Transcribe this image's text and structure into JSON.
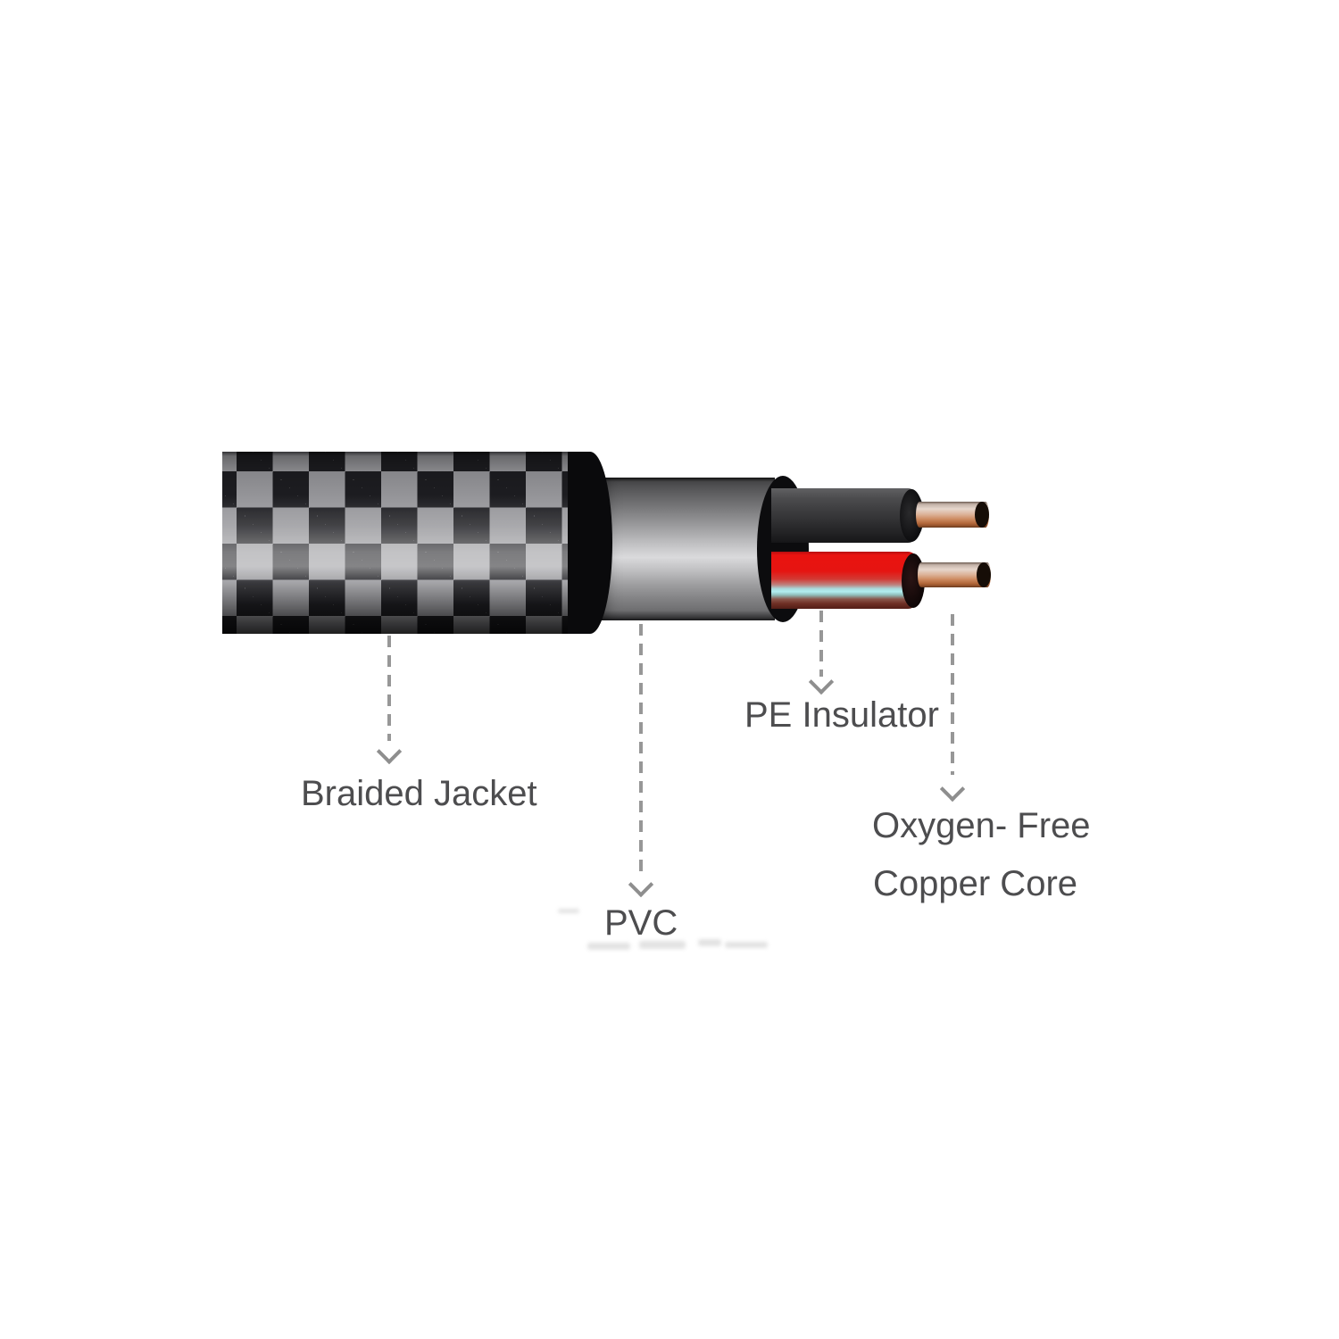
{
  "figure": {
    "type": "cable-cross-section-diagram",
    "background_color": "#ffffff",
    "callouts": [
      {
        "id": "braided-jacket",
        "label": "Braided Jacket"
      },
      {
        "id": "pvc",
        "label": "PVC"
      },
      {
        "id": "pe-insulator",
        "label": "PE Insulator"
      },
      {
        "id": "oxygen-free-copper-core",
        "label_line1": "Oxygen- Free",
        "label_line2": "Copper Core"
      }
    ],
    "parts": [
      {
        "id": "braided-jacket-section",
        "description": "checkered braided outer jacket"
      },
      {
        "id": "pvc-layer-section",
        "description": "gray PVC sheath"
      },
      {
        "id": "black-insulated-wire",
        "description": "black PE insulated conductor"
      },
      {
        "id": "red-insulated-wire",
        "description": "red PE insulated conductor"
      },
      {
        "id": "copper-cores",
        "description": "two bare copper conductors"
      }
    ],
    "colors": {
      "braid_dark": "#1d1d21",
      "braid_light": "#97979b",
      "pvc_highlight": "#dadadc",
      "wire_black": "#3a3a3c",
      "wire_red": "#e91310",
      "red_reflection_cyan": "#b2eef0",
      "copper": "#cd8a60",
      "label_text": "#4d4d4f",
      "callout_gray": "#979797"
    }
  }
}
